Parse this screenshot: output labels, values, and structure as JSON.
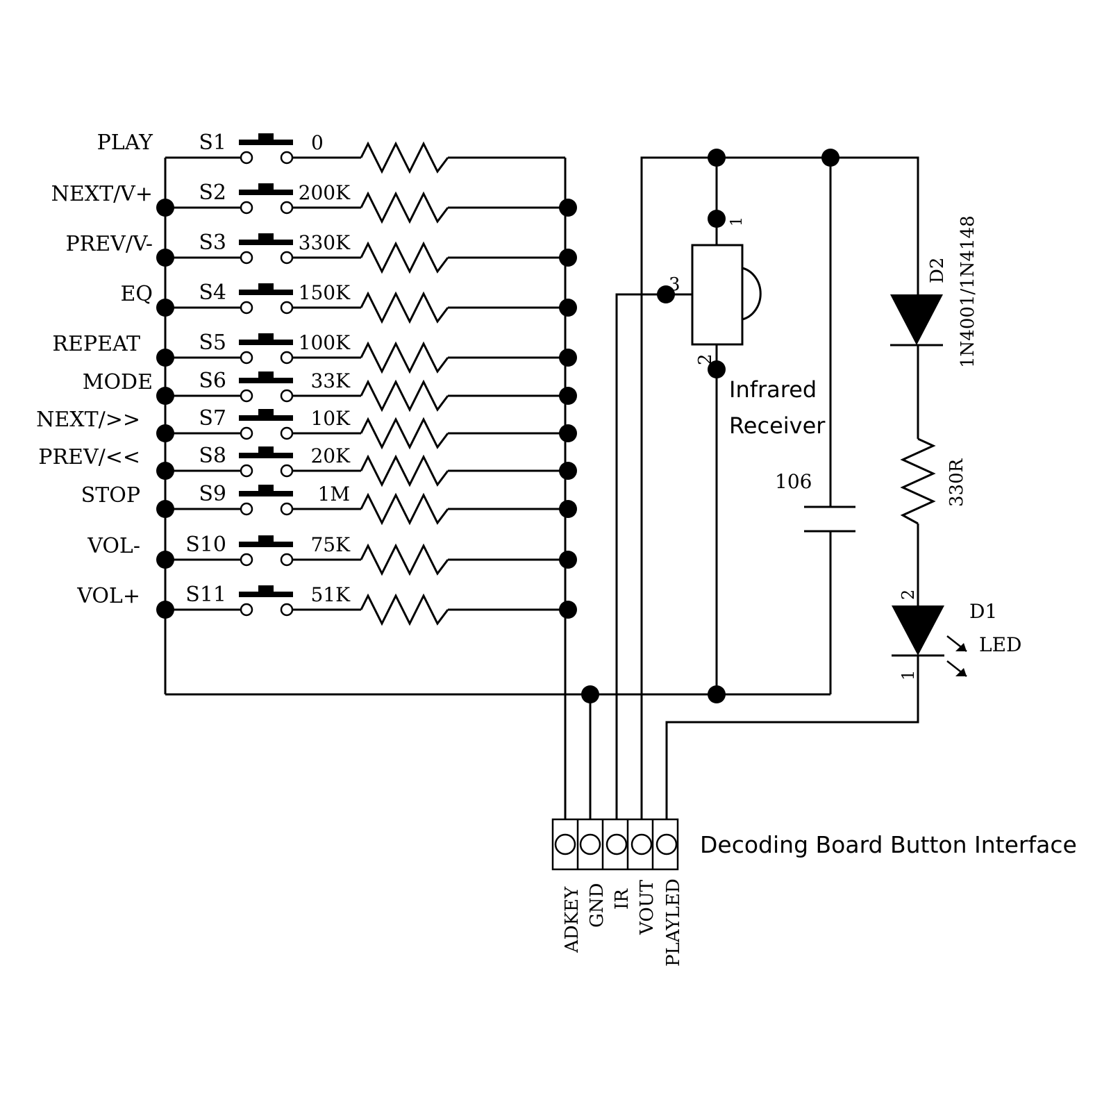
{
  "buttons": [
    {
      "label": "PLAY",
      "switch": "S1",
      "resistor": "0"
    },
    {
      "label": "NEXT/V+",
      "switch": "S2",
      "resistor": "200K"
    },
    {
      "label": "PREV/V-",
      "switch": "S3",
      "resistor": "330K"
    },
    {
      "label": "EQ",
      "switch": "S4",
      "resistor": "150K"
    },
    {
      "label": "REPEAT",
      "switch": "S5",
      "resistor": "100K"
    },
    {
      "label": "MODE",
      "switch": "S6",
      "resistor": "33K"
    },
    {
      "label": "NEXT/>>",
      "switch": "S7",
      "resistor": "10K"
    },
    {
      "label": "PREV/<<",
      "switch": "S8",
      "resistor": "20K"
    },
    {
      "label": "STOP",
      "switch": "S9",
      "resistor": "1M"
    },
    {
      "label": "VOL-",
      "switch": "S10",
      "resistor": "75K"
    },
    {
      "label": "VOL+",
      "switch": "S11",
      "resistor": "51K"
    }
  ],
  "ir_receiver": {
    "label_line1": "Infrared",
    "label_line2": "Receiver",
    "pin1": "1",
    "pin2": "2",
    "pin3": "3"
  },
  "capacitor": {
    "label": "106"
  },
  "diode_d2": {
    "ref": "D2",
    "part": "1N4001/1N4148"
  },
  "resistor_led": {
    "value": "330R"
  },
  "led_d1": {
    "ref": "D1",
    "type": "LED",
    "pin1": "1",
    "pin2": "2"
  },
  "connector": {
    "title": "Decoding Board Button Interface",
    "pins": [
      "ADKEY",
      "GND",
      "IR",
      "VOUT",
      "PLAYLED"
    ]
  }
}
